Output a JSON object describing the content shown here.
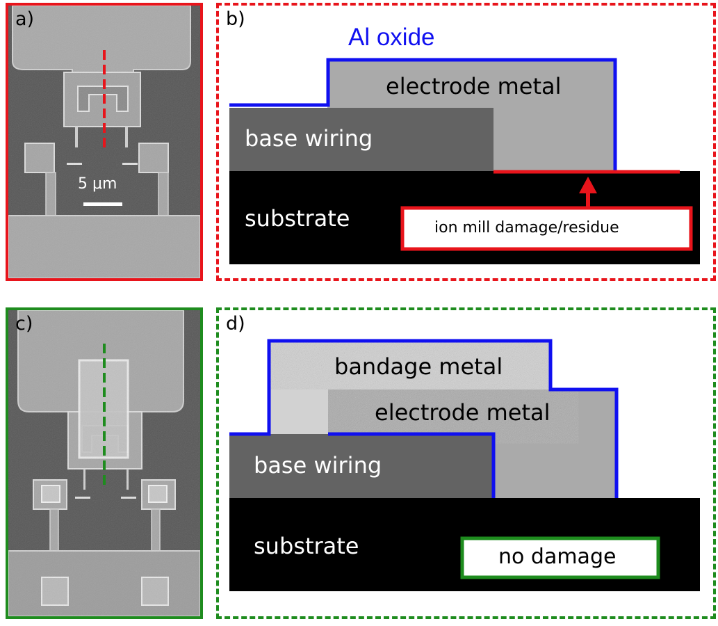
{
  "panels": {
    "a": {
      "label": "a)",
      "scale_bar": "5 μm"
    },
    "b": {
      "label": "b)",
      "al_oxide": "Al oxide",
      "electrode_metal": "electrode metal",
      "base_wiring": "base wiring",
      "substrate": "substrate",
      "damage_box": "ion mill damage/residue"
    },
    "c": {
      "label": "c)"
    },
    "d": {
      "label": "d)",
      "bandage_metal": "bandage metal",
      "electrode_metal": "electrode metal",
      "base_wiring": "base wiring",
      "substrate": "substrate",
      "no_damage_box": "no damage"
    }
  },
  "colors": {
    "red": "#e8141b",
    "green": "#1e8c1e",
    "blue": "#1010f0",
    "substrate": "#000000",
    "base_wiring": "#636363",
    "electrode_metal": "#aaaaaa",
    "bandage_metal": "#d2d2d2"
  }
}
